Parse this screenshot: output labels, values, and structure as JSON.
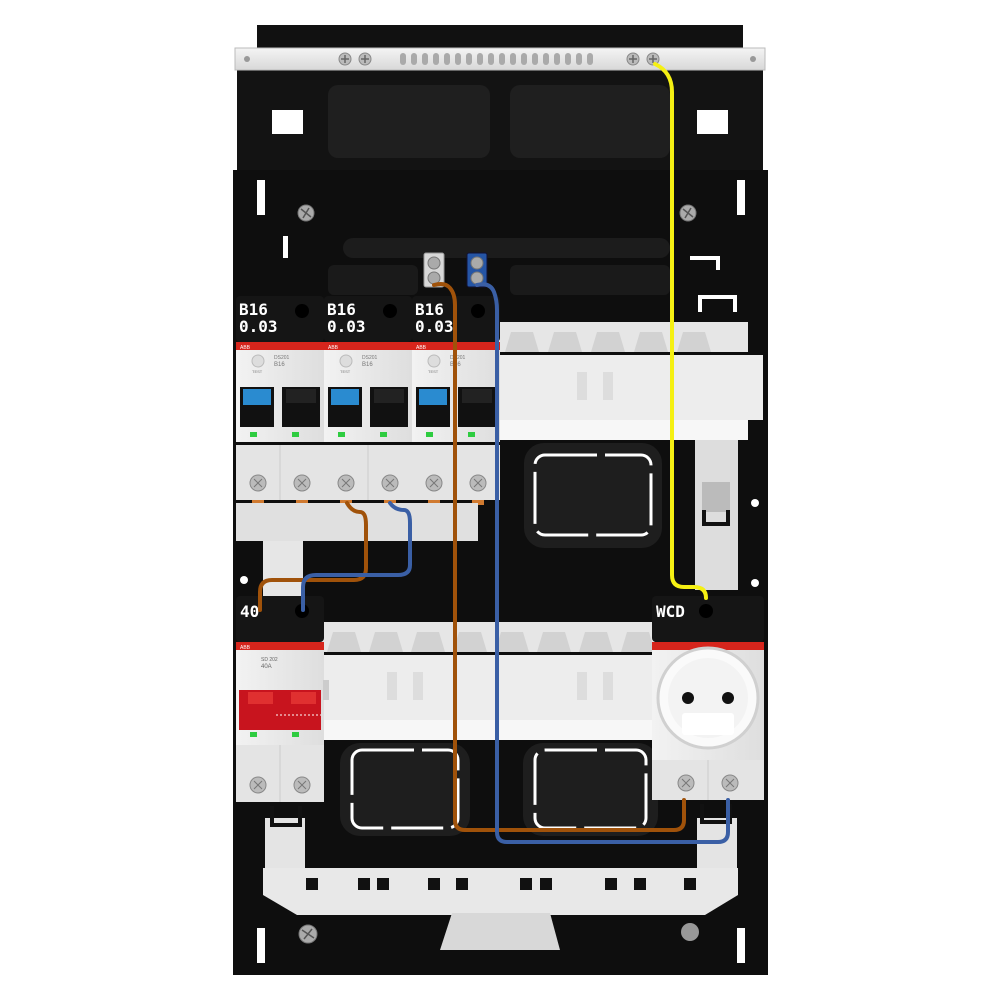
{
  "breakers": [
    {
      "rating": "B16",
      "sensitivity": "0.03",
      "brand": "ABB",
      "model": "DS201",
      "type": "B16",
      "test": "TEST"
    },
    {
      "rating": "B16",
      "sensitivity": "0.03",
      "brand": "ABB",
      "model": "DS201",
      "type": "B16",
      "test": "TEST"
    },
    {
      "rating": "B16",
      "sensitivity": "0.03",
      "brand": "ABB",
      "model": "DS201",
      "type": "B16",
      "test": "TEST"
    }
  ],
  "main_switch": {
    "label": "40",
    "brand": "ABB",
    "model": "SD 202",
    "rating": "40A"
  },
  "socket": {
    "label": "WCD"
  },
  "wire_colors": {
    "phase": "#a0520a",
    "neutral": "#3a5fa5",
    "earth": "#f5f013"
  },
  "colors": {
    "enclosure": "#111111",
    "rail": "#e8e8e8",
    "brand_red": "#d6251c",
    "switch_red": "#c8141e",
    "toggle_blue": "#2a8bd0"
  }
}
